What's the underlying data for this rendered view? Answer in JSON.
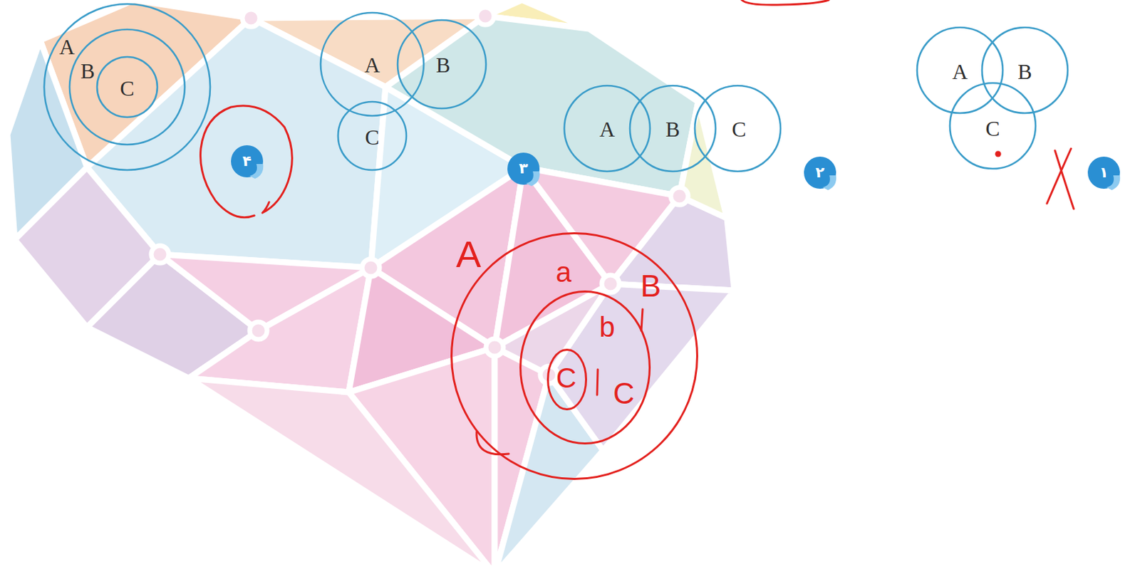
{
  "diagram": {
    "nodes": [
      {
        "text": [
          "A"
        ]
      },
      {
        "text": [
          "B"
        ],
        "in": 0
      },
      {
        "text": [
          "C"
        ],
        "in": 1
      },
      {
        "text": [
          "۴"
        ]
      },
      {
        "text": [
          "A"
        ]
      },
      {
        "text": [
          "B"
        ]
      },
      {
        "text": [
          "C"
        ]
      },
      {
        "text": [
          "۳"
        ]
      },
      {
        "text": [
          "A"
        ]
      },
      {
        "text": [
          "B"
        ]
      },
      {
        "text": [
          "C"
        ]
      },
      {
        "text": [
          "۲"
        ]
      },
      {
        "text": [
          "A"
        ]
      },
      {
        "text": [
          "B"
        ]
      },
      {
        "text": [
          "C"
        ]
      },
      {
        "text": [
          "۱"
        ]
      },
      {
        "text": [
          "A",
          "a"
        ]
      },
      {
        "text": [
          "B",
          "b"
        ],
        "in": 16
      },
      {
        "text": [
          "C"
        ],
        "in": 17
      }
    ],
    "labels": [
      "C"
    ]
  }
}
